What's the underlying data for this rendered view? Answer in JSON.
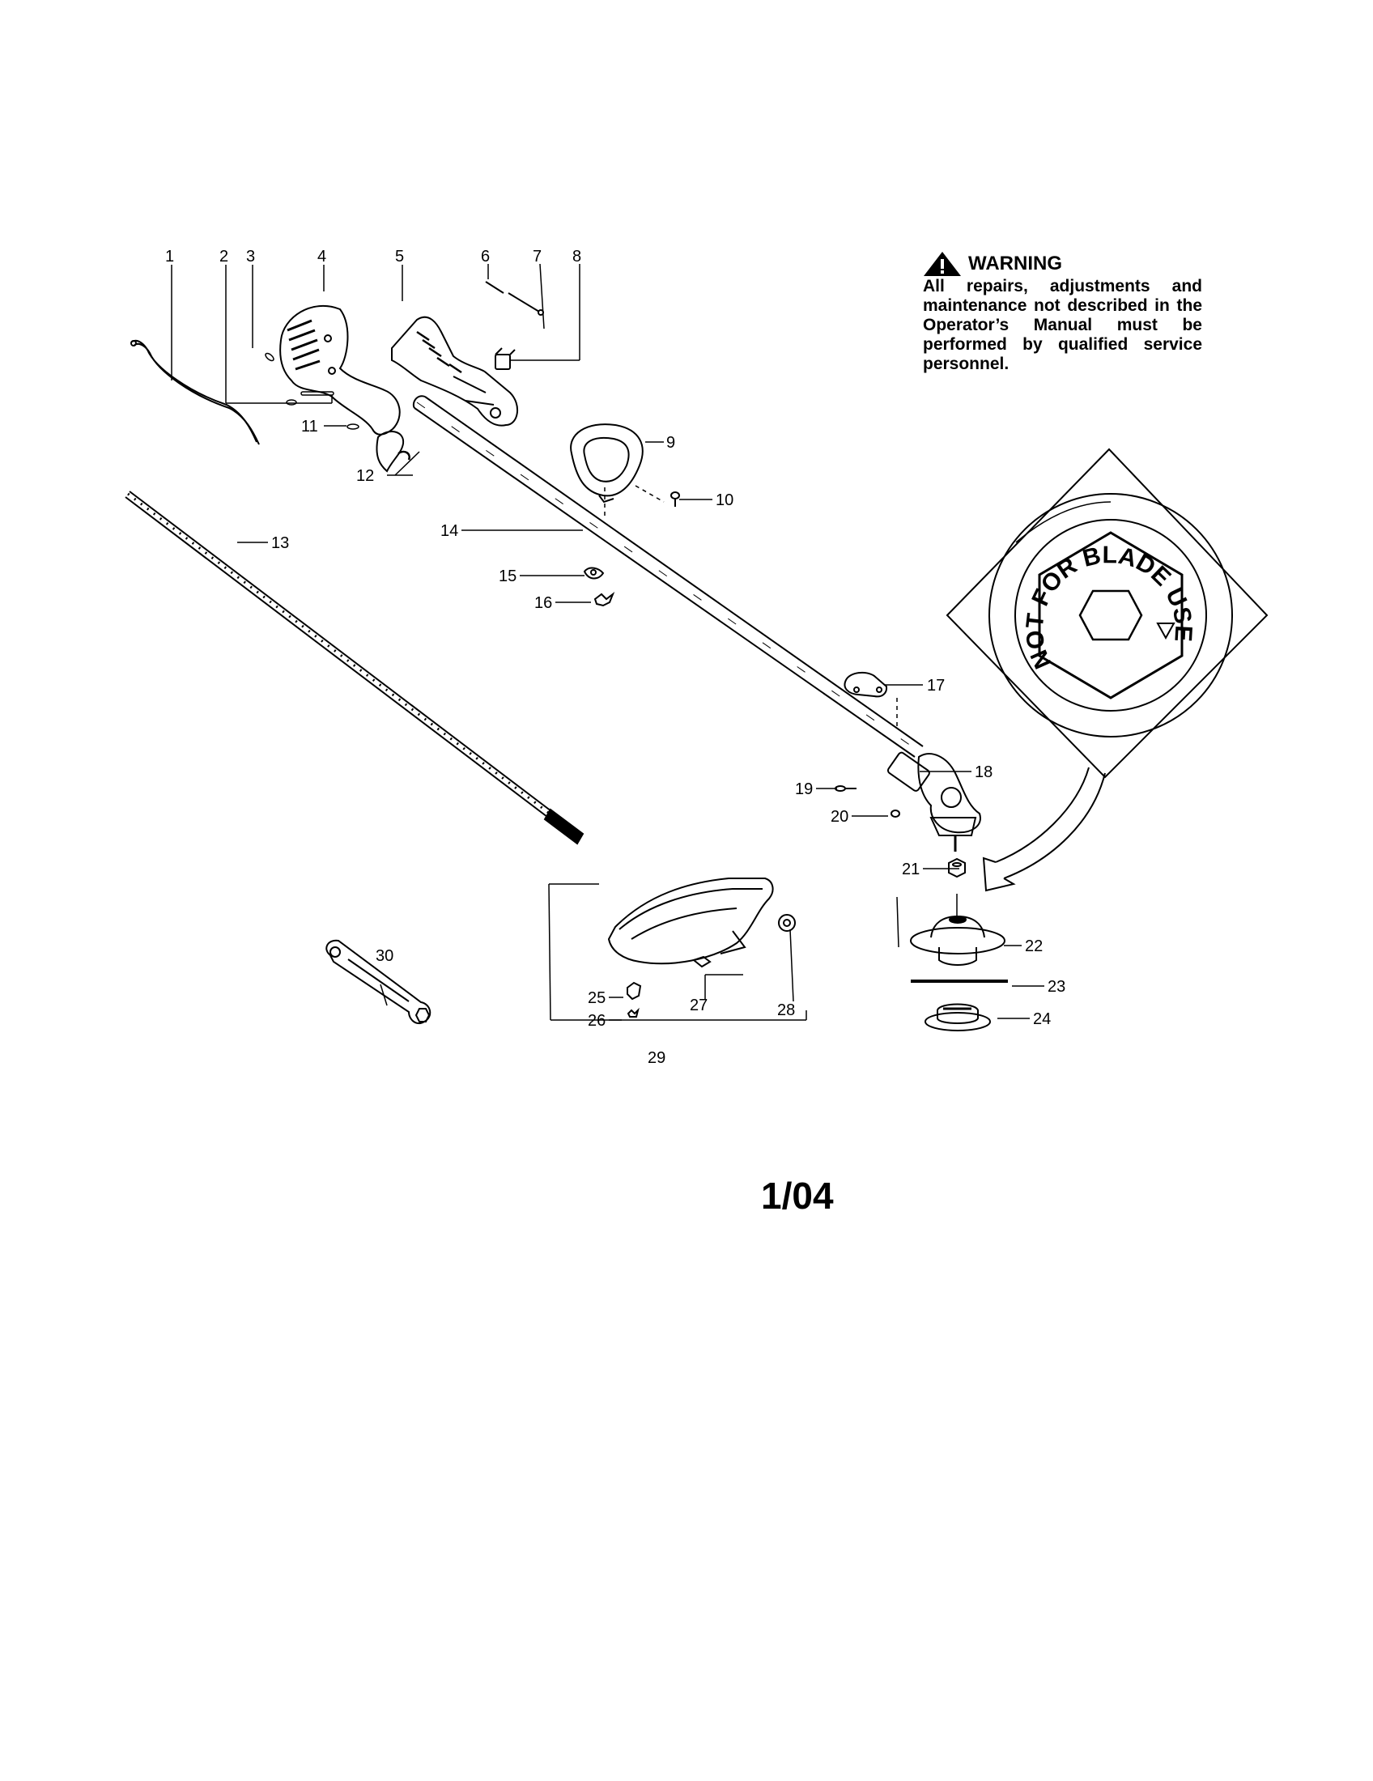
{
  "warning": {
    "heading": "WARNING",
    "text": "All repairs, adjustments and maintenance not described in the Operator’s Manual must be performed by qualified service personnel."
  },
  "inset": {
    "nut_text": "NOT FOR BLADE USE"
  },
  "parts": [
    "1",
    "2",
    "3",
    "4",
    "5",
    "6",
    "7",
    "8",
    "9",
    "10",
    "11",
    "12",
    "13",
    "14",
    "15",
    "16",
    "17",
    "18",
    "19",
    "20",
    "21",
    "22",
    "23",
    "24",
    "25",
    "26",
    "27",
    "28",
    "29",
    "30"
  ],
  "page_id": "1/04"
}
